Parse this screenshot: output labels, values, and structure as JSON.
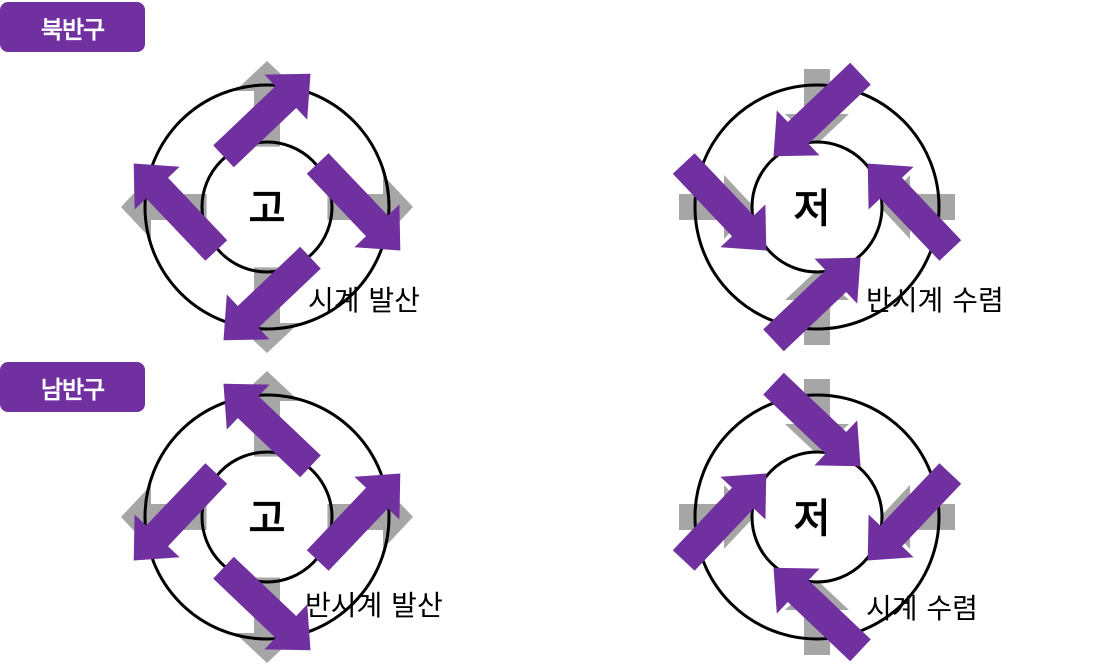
{
  "colors": {
    "accent": "#7030a0",
    "gray_arrow": "#a6a6a6",
    "circle": "#000000",
    "badge_text": "#ffffff"
  },
  "sections": [
    {
      "label": "북반구"
    },
    {
      "label": "남반구"
    }
  ],
  "diagrams": [
    {
      "hemisphere": "북반구",
      "center": "고",
      "type": "high",
      "gray_flow": "outward",
      "rotation": "clockwise",
      "caption": "시계 발산"
    },
    {
      "hemisphere": "북반구",
      "center": "저",
      "type": "low",
      "gray_flow": "inward",
      "rotation": "counterclockwise",
      "caption": "반시계 수렴"
    },
    {
      "hemisphere": "남반구",
      "center": "고",
      "type": "high",
      "gray_flow": "outward",
      "rotation": "counterclockwise",
      "caption": "반시계 발산"
    },
    {
      "hemisphere": "남반구",
      "center": "저",
      "type": "low",
      "gray_flow": "inward",
      "rotation": "clockwise",
      "caption": "시계 수렴"
    }
  ]
}
